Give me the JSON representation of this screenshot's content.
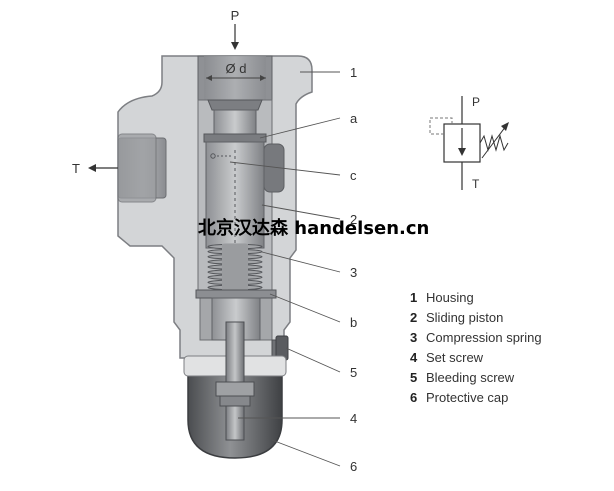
{
  "diagram": {
    "port_p": "P",
    "port_t": "T",
    "diameter_label": "Ø d",
    "callouts": [
      "1",
      "a",
      "c",
      "2",
      "3",
      "b",
      "5",
      "4",
      "6"
    ],
    "watermark": "北京汉达森 handelsen.cn"
  },
  "symbol": {
    "port_p": "P",
    "port_t": "T"
  },
  "legend": [
    {
      "num": "1",
      "text": "Housing"
    },
    {
      "num": "2",
      "text": "Sliding piston"
    },
    {
      "num": "3",
      "text": "Compression spring"
    },
    {
      "num": "4",
      "text": "Set screw"
    },
    {
      "num": "5",
      "text": "Bleeding screw"
    },
    {
      "num": "6",
      "text": "Protective cap"
    }
  ],
  "colors": {
    "housing": "#d3d5d7",
    "steel": "#a9abae",
    "dark": "#6e7074",
    "cap": "#5c5e61",
    "spring": "#8d8f92"
  }
}
